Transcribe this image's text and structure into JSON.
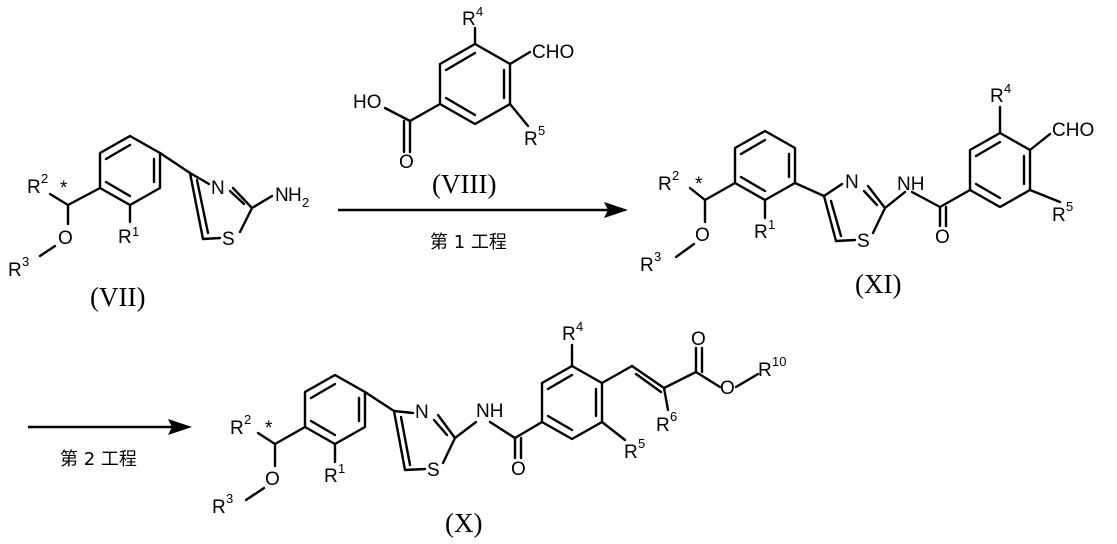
{
  "compounds": {
    "vii": {
      "label": "(VII)"
    },
    "viii": {
      "label": "(VIII)"
    },
    "xi": {
      "label": "(XI)"
    },
    "x": {
      "label": "(X)"
    }
  },
  "steps": {
    "step1": "第 1 工程",
    "step2": "第 2 工程"
  },
  "atoms": {
    "cho": "CHO",
    "ho": "HO",
    "o": "O",
    "nh": "NH",
    "n": "N",
    "s": "S",
    "star": "*",
    "r": "R",
    "h": "H",
    "sub2": "2",
    "sup1": "1",
    "sup2": "2",
    "sup3": "3",
    "sup4": "4",
    "sup5": "5",
    "sup6": "6",
    "sup10": "10"
  }
}
